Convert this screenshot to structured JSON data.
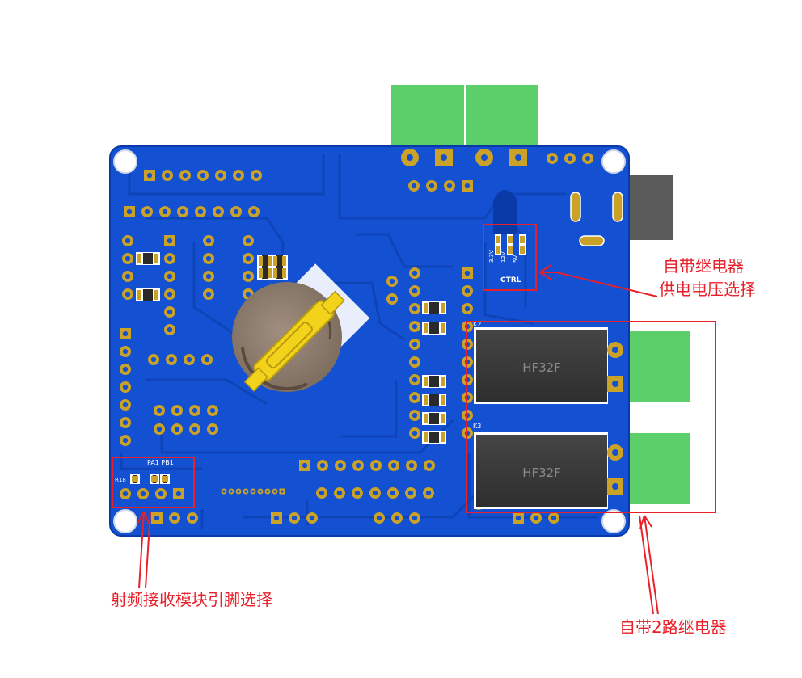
{
  "colors": {
    "board": "#1450d2",
    "board_dark": "#0a3aa8",
    "trace": "#1a5ee6",
    "pad_gold": "#c9a227",
    "terminal_green": "#5ccf6a",
    "relay_body": "#3a3a3a",
    "connector_gray": "#5a5a5a",
    "battery_brown": "#8a7a6a",
    "battery_clip": "#f2d21a",
    "annotation_red": "#e8202a",
    "silkscreen": "#ffffff"
  },
  "silkscreen": {
    "relay1_label": "HF32F",
    "relay2_label": "HF32F",
    "ctrl_label": "CTRL",
    "v33_label": "3.3V",
    "v12_label": "12V",
    "v5_label": "5V",
    "pa1_pb1_label": "PA1 PB1",
    "r18_label": "R18",
    "k3_label": "K3",
    "k2_label": "K2"
  },
  "annotations": {
    "relay_power_line1": "自带继电器",
    "relay_power_line2": "供电电压选择",
    "rf_pin_select": "射频接收模块引脚选择",
    "dual_relay": "自带2路继电器"
  }
}
